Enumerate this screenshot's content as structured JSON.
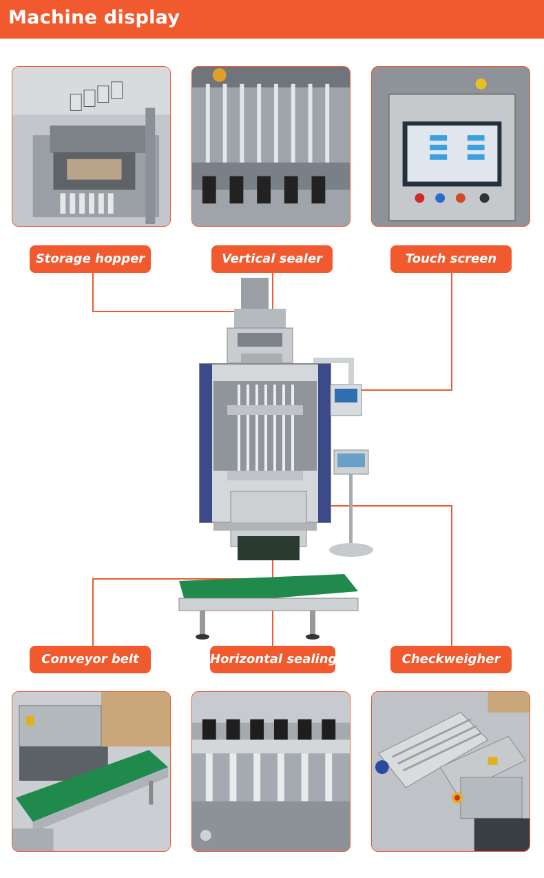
{
  "header": {
    "title": "Machine display"
  },
  "labels": {
    "storage_hopper": "Storage hopper",
    "vertical_sealer": "Vertical sealer",
    "touch_screen": "Touch screen",
    "conveyor_belt": "Conveyor belt",
    "horizontal_sealing": "Horizontal sealing",
    "checkweigher": "Checkweigher"
  },
  "colors": {
    "accent": "#f05a2e",
    "label_text": "#ffffff",
    "belt_green": "#1f8a4c",
    "steel": "#c9ccd0"
  },
  "photos": {
    "top": [
      "storage-hopper-photo",
      "vertical-sealer-photo",
      "touch-screen-photo"
    ],
    "bottom": [
      "conveyor-belt-photo",
      "horizontal-sealing-photo",
      "checkweigher-photo"
    ]
  }
}
